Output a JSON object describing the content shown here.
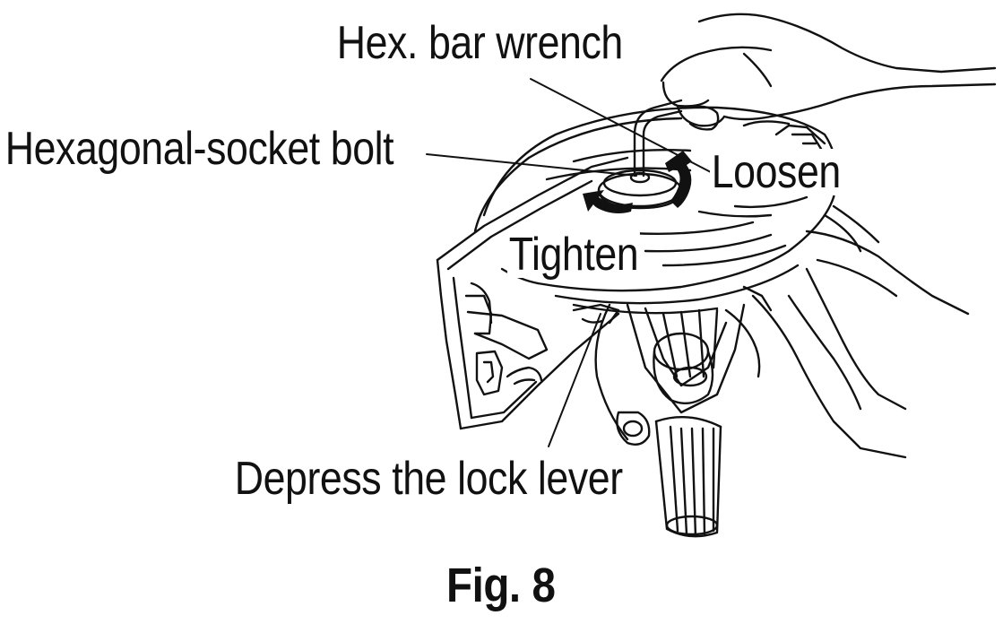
{
  "labels": {
    "hex_bar_wrench": "Hex. bar wrench",
    "hexagonal_socket_bolt": "Hexagonal-socket bolt",
    "loosen": "Loosen",
    "tighten": "Tighten",
    "depress_lock_lever": "Depress the lock lever"
  },
  "caption": "Fig. 8",
  "colors": {
    "line": "#111111",
    "background": "#ffffff"
  }
}
